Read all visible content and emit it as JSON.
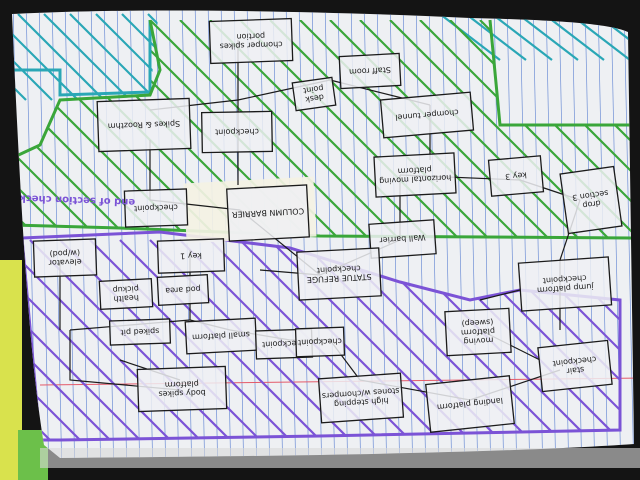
{
  "nodes": [
    {
      "id": "chomper-spikes-portion",
      "label": "chomper spikes portion"
    },
    {
      "id": "staff-room",
      "label": "Staff room"
    },
    {
      "id": "desk-point",
      "label": "desk point"
    },
    {
      "id": "spikes-rooz",
      "label": "Spikes & Roozthm"
    },
    {
      "id": "checkpoint-top",
      "label": "checkpoint"
    },
    {
      "id": "chomper-tunnel",
      "label": "chomper tunnel"
    },
    {
      "id": "horizontal-moving-platform",
      "label": "horizontal moving platform"
    },
    {
      "id": "key-3",
      "label": "key 3"
    },
    {
      "id": "drop-section-3",
      "label": "drop section 3"
    },
    {
      "id": "checkpoint-left",
      "label": "checkpoint"
    },
    {
      "id": "column-barrier",
      "label": "COLUMN BARRIER"
    },
    {
      "id": "wall-barrier",
      "label": "Wall barrier"
    },
    {
      "id": "statue-refuge",
      "label": "STATUE REFUGE checkpoint"
    },
    {
      "id": "jump-platform-checkpoint",
      "label": "jump platform checkpoint"
    },
    {
      "id": "key-1",
      "label": "key 1"
    },
    {
      "id": "elevator",
      "label": "elevator (w/pod)"
    },
    {
      "id": "health-pickup",
      "label": "health pickup"
    },
    {
      "id": "pod-area",
      "label": "pod area"
    },
    {
      "id": "spiked-pit",
      "label": "spiked pit"
    },
    {
      "id": "small-platform",
      "label": "small platform"
    },
    {
      "id": "checkpoint-mid",
      "label": "checkpoint"
    },
    {
      "id": "checkpoint-mid2",
      "label": "checkpoint"
    },
    {
      "id": "moving-platform-sweep",
      "label": "moving platform (sweep)"
    },
    {
      "id": "stair-checkpoint",
      "label": "stair checkpoint"
    },
    {
      "id": "body-spikes-platform",
      "label": "body spikes platform"
    },
    {
      "id": "high-stepping-stones",
      "label": "high stepping stones w/chompers"
    },
    {
      "id": "landing-platform",
      "label": "landing platform"
    }
  ],
  "annotations": {
    "end_of_section": "end of section checkpoint"
  },
  "colors": {
    "paper": "#ecedf0",
    "grid": "#6f8fd6",
    "margin": "#e45a6a",
    "green": "#3aa63a",
    "purple": "#7b53d6",
    "teal": "#2aa7b6",
    "ink": "#1b1b1b"
  }
}
